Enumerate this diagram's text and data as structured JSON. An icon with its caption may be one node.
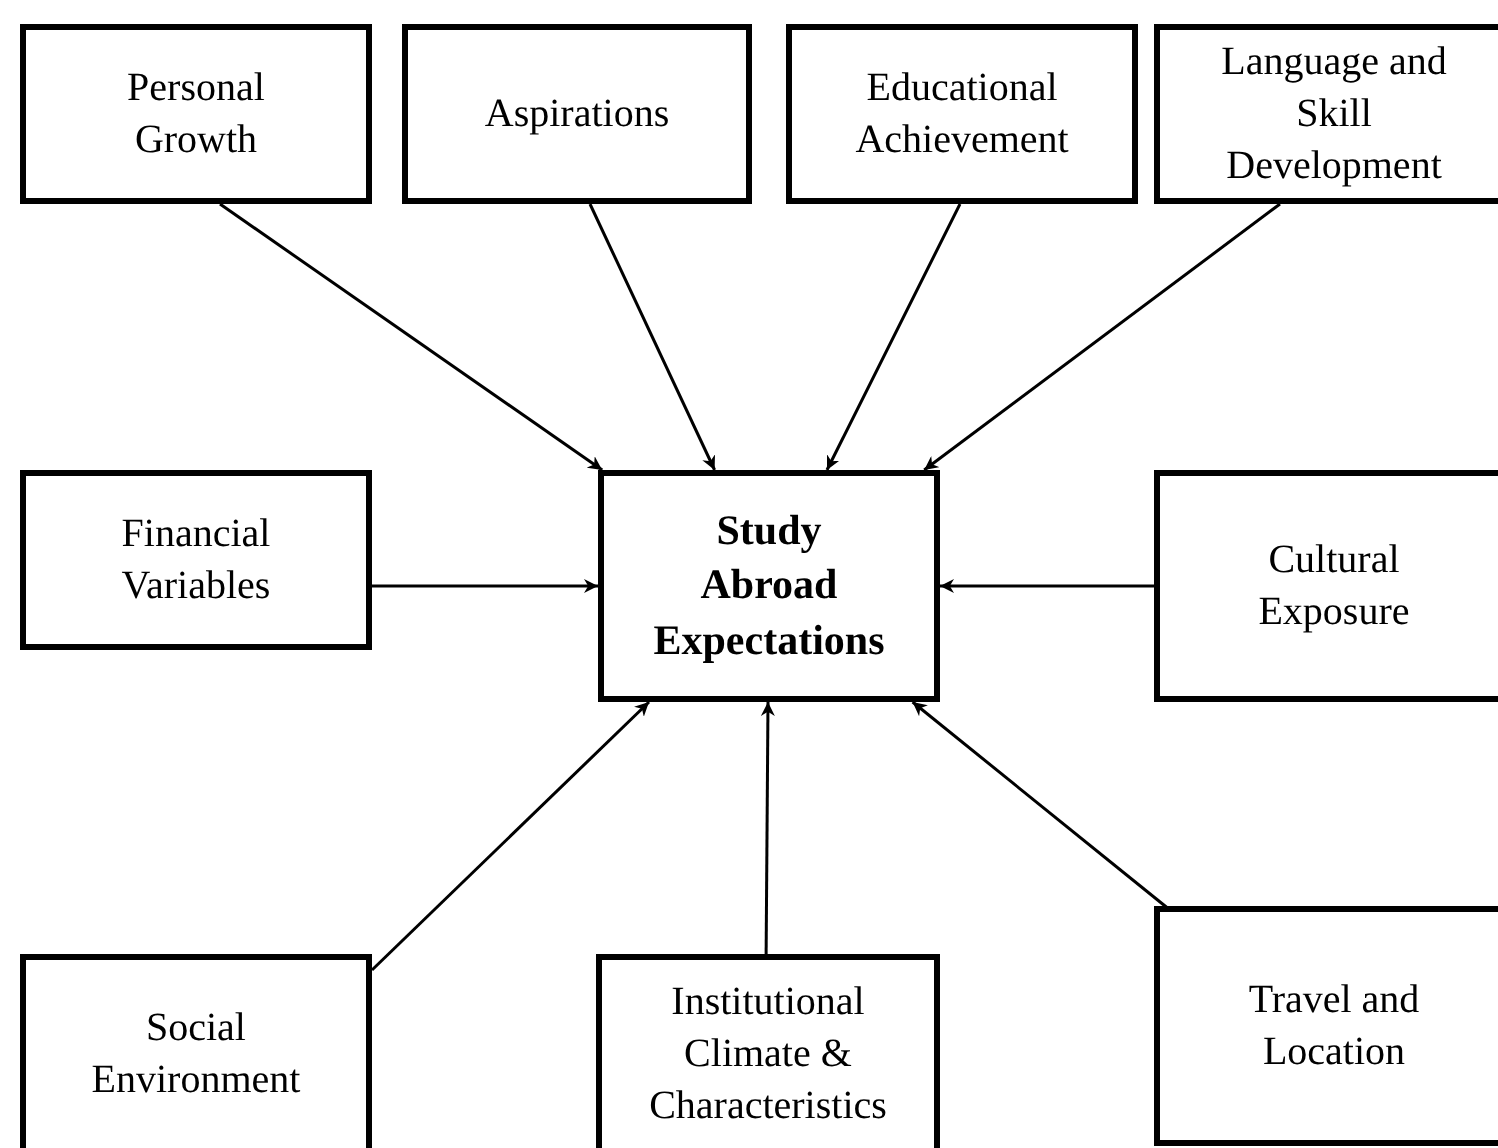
{
  "diagram": {
    "nodes": [
      {
        "text": [
          "Personal Growth"
        ]
      },
      {
        "text": [
          "Aspirations"
        ]
      },
      {
        "text": [
          "Educational Achievement"
        ]
      },
      {
        "text": [
          "Language and Skill Development"
        ]
      },
      {
        "text": [
          "Financial Variables"
        ]
      },
      {
        "text": [
          "Study Abroad Expectations"
        ]
      },
      {
        "text": [
          "Cultural Exposure"
        ]
      },
      {
        "text": [
          "Social Environment"
        ]
      },
      {
        "text": [
          "Institutional Climate & Characteristics"
        ]
      },
      {
        "text": [
          "Travel and Location"
        ]
      }
    ],
    "edges": [
      {
        "from": 0,
        "to": 5,
        "arrow": "to"
      },
      {
        "from": 1,
        "to": 5,
        "arrow": "to"
      },
      {
        "from": 2,
        "to": 5,
        "arrow": "to"
      },
      {
        "from": 3,
        "to": 5,
        "arrow": "to"
      },
      {
        "from": 4,
        "to": 5,
        "arrow": "to"
      },
      {
        "from": 6,
        "to": 5,
        "arrow": "to"
      },
      {
        "from": 7,
        "to": 5,
        "arrow": "to"
      },
      {
        "from": 8,
        "to": 5,
        "arrow": "to"
      },
      {
        "from": 9,
        "to": 5,
        "arrow": "to"
      }
    ]
  }
}
